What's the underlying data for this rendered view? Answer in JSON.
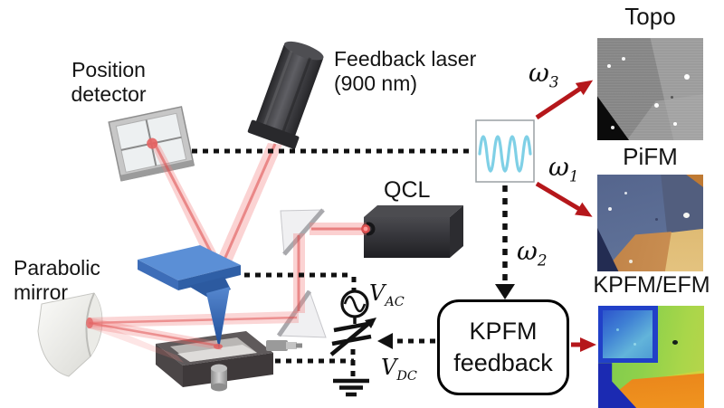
{
  "figure": {
    "labels": {
      "position_detector": "Position\ndetector",
      "feedback_laser": "Feedback laser\n(900 nm)",
      "qcl": "QCL",
      "parabolic_mirror": "Parabolic\nmirror"
    },
    "signals": {
      "omega_3": {
        "symbol": "ω",
        "sub": "3"
      },
      "omega_1": {
        "symbol": "ω",
        "sub": "1"
      },
      "omega_2": {
        "symbol": "ω",
        "sub": "2"
      }
    },
    "voltages": {
      "v_ac": {
        "symbol": "V",
        "sub": "AC"
      },
      "v_dc": {
        "symbol": "V",
        "sub": "DC"
      }
    },
    "feedback_box_label": "KPFM\nfeedback",
    "output_images": [
      {
        "label": "Topo",
        "kind": "afm-topography-image"
      },
      {
        "label": "PiFM",
        "kind": "pifm-image"
      },
      {
        "label": "KPFM/EFM",
        "kind": "kpfm-efm-image"
      }
    ],
    "icon_names": [
      "position-detector-icon",
      "feedback-laser-icon",
      "qcl-laser-icon",
      "parabolic-mirror-icon",
      "cantilever-tip-icon",
      "sample-stage-icon",
      "prism-icon",
      "waveform-monitor-icon",
      "ac-source-icon",
      "variable-capacitor-icon",
      "ground-icon"
    ],
    "colors": {
      "laser_beam_pink": "#f07c7c",
      "laser_core_red": "#dd4a4a",
      "signal_arrow_red": "#b5171b",
      "waveform_cyan": "#7fd0e6",
      "cantilever_blue": "#4a7cc7",
      "dashed_line_black": "#111111"
    }
  }
}
